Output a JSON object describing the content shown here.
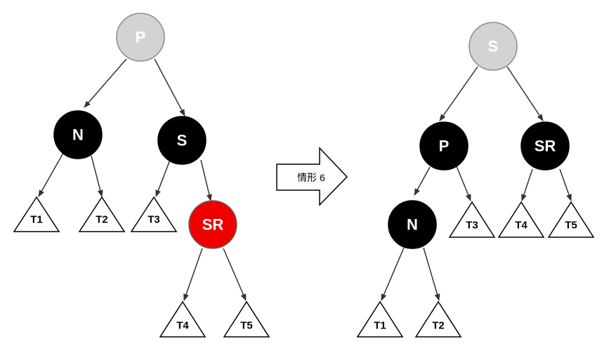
{
  "colors": {
    "grey_node": "#d3d3d3",
    "grey_stroke": "#8c8c8c",
    "black_node": "#000000",
    "red_node": "#ee0000",
    "edge": "#333333"
  },
  "before": {
    "nodes": {
      "p": "P",
      "n": "N",
      "s": "S",
      "sr": "SR"
    },
    "subtrees": {
      "t1": "T1",
      "t2": "T2",
      "t3": "T3",
      "t4": "T4",
      "t5": "T5"
    }
  },
  "transition": {
    "label": "情形 6"
  },
  "after": {
    "nodes": {
      "s": "S",
      "p": "P",
      "sr": "SR",
      "n": "N"
    },
    "subtrees": {
      "t1": "T1",
      "t2": "T2",
      "t3": "T3",
      "t4": "T4",
      "t5": "T5"
    }
  }
}
